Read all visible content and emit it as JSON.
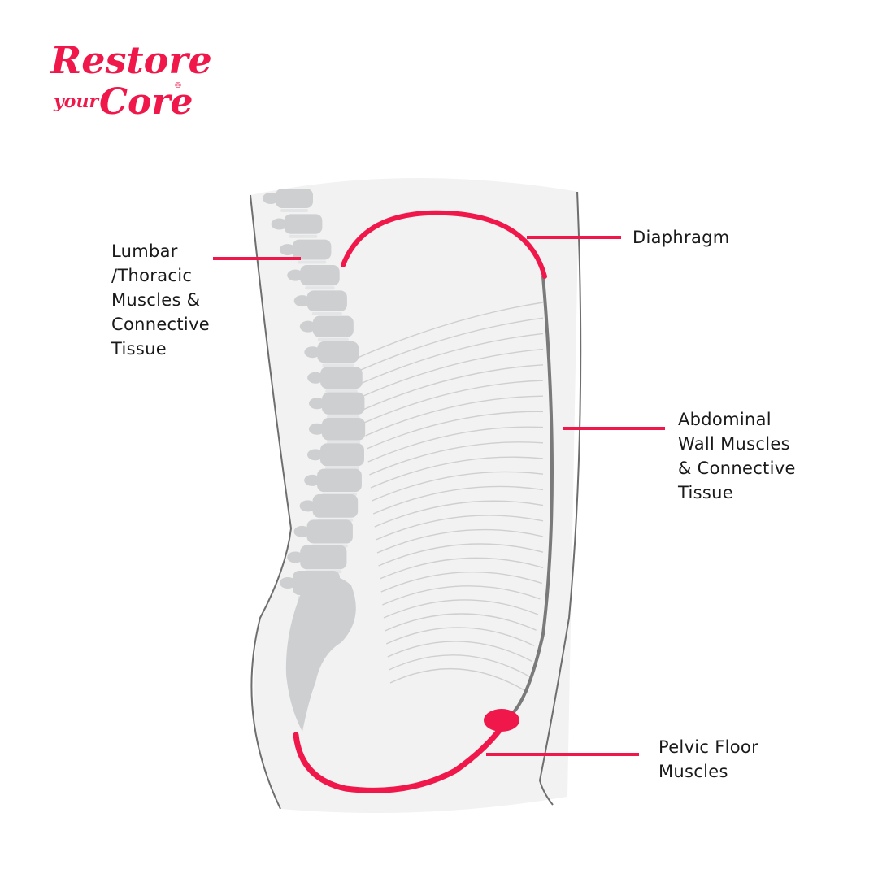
{
  "brand": {
    "line1": "Restore",
    "line2_small": "your",
    "line2_large": "Core",
    "mark": "®"
  },
  "labels": {
    "lumbar": [
      "Lumbar",
      "/Thoracic",
      "Muscles &",
      "Connective",
      "Tissue"
    ],
    "diaphragm": [
      "Diaphragm"
    ],
    "abdominal": [
      "Abdominal",
      "Wall Muscles",
      "& Connective",
      "Tissue"
    ],
    "pelvic": [
      "Pelvic Floor",
      "Muscles"
    ]
  },
  "colors": {
    "accent": "#f0184a",
    "body_fill": "#f2f2f2",
    "outline": "#6e6e6e",
    "spine": "#cdcfd1",
    "ribs": "#cfcfcf",
    "text": "#1a1a1a"
  }
}
